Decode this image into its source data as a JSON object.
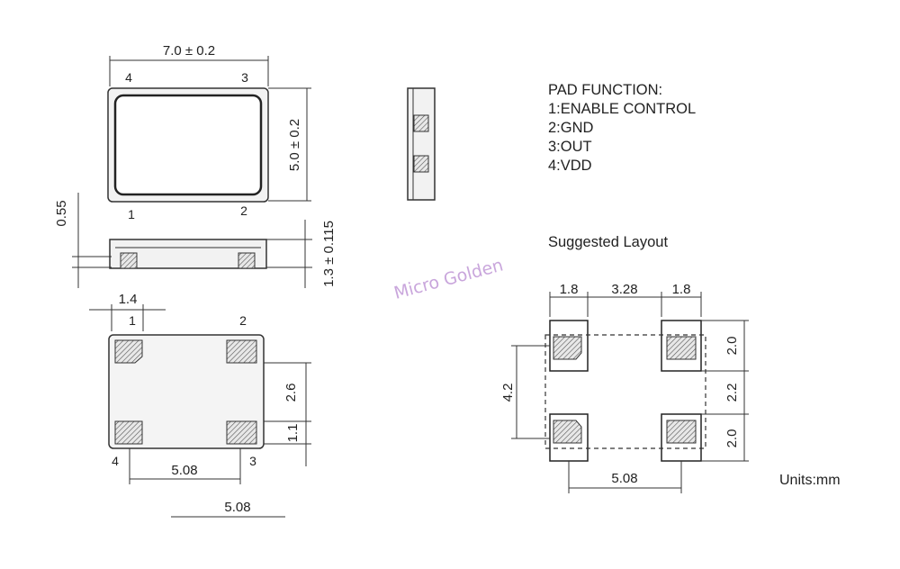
{
  "top_view": {
    "width_dim": "7.0 ± 0.2",
    "height_dim": "5.0 ± 0.2",
    "pins": [
      "1",
      "2",
      "3",
      "4"
    ]
  },
  "side_view": {
    "thickness_dim": "0.55",
    "height_dim": "1.3 ± 0.115"
  },
  "bottom_view": {
    "pad_width_dim": "1.4",
    "pad_pitch_dim": "5.08",
    "pad_vert_dim": "2.6",
    "pad_height_dim": "1.1",
    "bottom_dim": "5.08",
    "pins": [
      "1",
      "2",
      "3",
      "4"
    ]
  },
  "pad_function": {
    "title": "PAD FUNCTION:",
    "items": [
      "1:ENABLE CONTROL",
      "2:GND",
      "3:OUT",
      "4:VDD"
    ]
  },
  "layout": {
    "title": "Suggested Layout",
    "top_dims": [
      "1.8",
      "3.28",
      "1.8"
    ],
    "right_dims": [
      "2.0",
      "2.2",
      "2.0"
    ],
    "left_dim": "4.2",
    "bottom_dim": "5.08"
  },
  "units": "Units:mm",
  "watermark": "Micro Golden"
}
